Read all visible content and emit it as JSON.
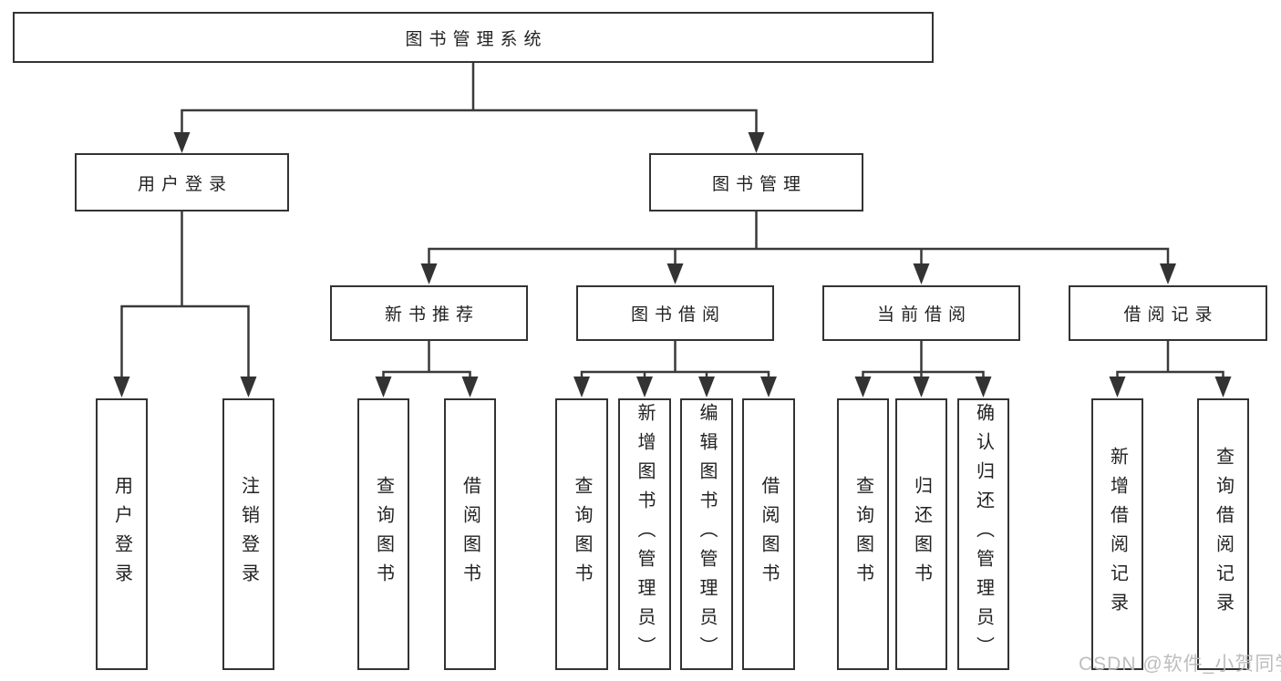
{
  "diagram_type": "hierarchy",
  "tree": {
    "root": "图书管理系统",
    "children": [
      {
        "label": "用户登录",
        "children": [
          "用户登录",
          "注销登录"
        ]
      },
      {
        "label": "图书管理",
        "children": [
          {
            "label": "新书推荐",
            "children": [
              "查询图书",
              "借阅图书"
            ]
          },
          {
            "label": "图书借阅",
            "children": [
              "查询图书",
              "新增图书（管理员）",
              "编辑图书（管理员）",
              "借阅图书"
            ]
          },
          {
            "label": "当前借阅",
            "children": [
              "查询图书",
              "归还图书",
              "确认归还（管理员）"
            ]
          },
          {
            "label": "借阅记录",
            "children": [
              "新增借阅记录",
              "查询借阅记录"
            ]
          }
        ]
      }
    ]
  },
  "watermark": {
    "text": "CSDN @软件_小贺同学"
  },
  "colors": {
    "background": "#ffffff",
    "line": "#3a3a3a",
    "border": "#333333",
    "text": "#222222",
    "watermark": "#b9b9b9"
  }
}
